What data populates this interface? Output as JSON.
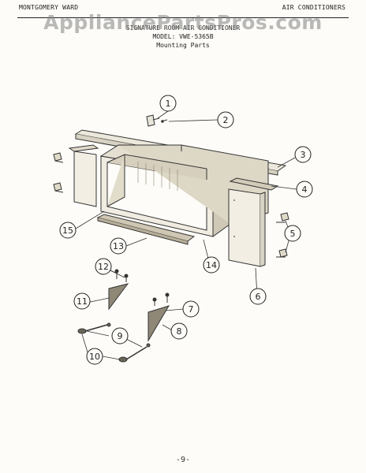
{
  "header": {
    "brand": "MONTGOMERY WARD",
    "category": "AIR CONDITIONERS"
  },
  "watermark": "AppliancePartsPros.com",
  "title": {
    "line1": "SIGNATURE ROOM AIR CONDITIONER",
    "line2": "MODEL: VWE-5365B",
    "line3": "Mounting Parts"
  },
  "callouts": [
    "1",
    "2",
    "3",
    "4",
    "5",
    "6",
    "7",
    "8",
    "9",
    "10",
    "11",
    "12",
    "13",
    "14",
    "15"
  ],
  "footer": {
    "page_mark": "-9-"
  }
}
